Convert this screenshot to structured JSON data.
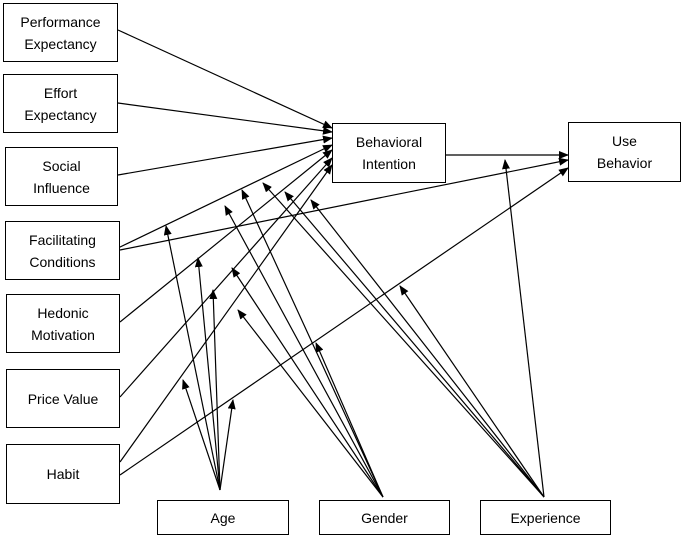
{
  "constructs": {
    "performance_expectancy": "Performance\nExpectancy",
    "effort_expectancy": "Effort\nExpectancy",
    "social_influence": "Social\nInfluence",
    "facilitating_conditions": "Facilitating\nConditions",
    "hedonic_motivation": "Hedonic\nMotivation",
    "price_value": "Price Value",
    "habit": "Habit",
    "behavioral_intention": "Behavioral\nIntention",
    "use_behavior": "Use\nBehavior"
  },
  "moderators": {
    "age": "Age",
    "gender": "Gender",
    "experience": "Experience"
  },
  "colors": {
    "stroke": "#000000",
    "fill": "#ffffff"
  }
}
